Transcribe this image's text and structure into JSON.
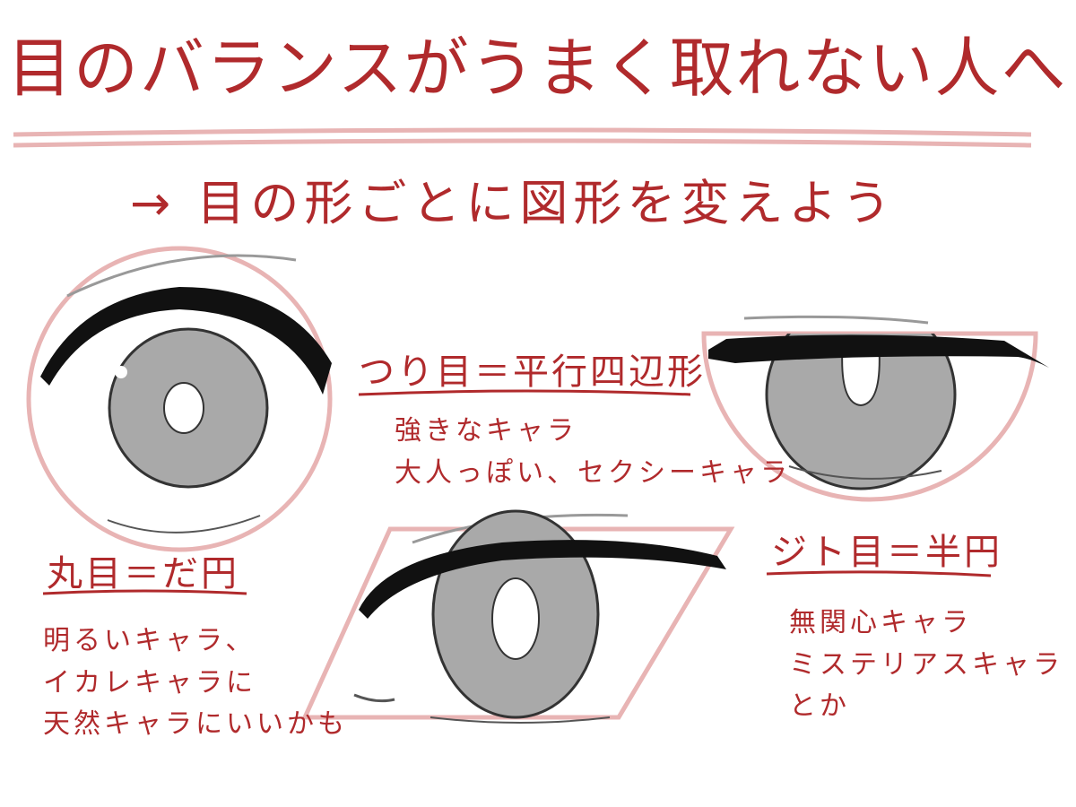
{
  "title": "目のバランスがうまく取れない人へ",
  "subtitle": "→ 目の形ごとに図形を変えよう",
  "colors": {
    "text": "#b02a2c",
    "guide": "#e8b4b4",
    "iris": "#a9a9a9",
    "lash": "#111111"
  },
  "sections": [
    {
      "shape": "circle",
      "heading": "丸目＝だ円",
      "lines": [
        "明るいキャラ、",
        "イカレキャラに",
        "天然キャラにいいかも"
      ]
    },
    {
      "shape": "parallelogram",
      "heading": "つり目＝平行四辺形",
      "lines": [
        "強きなキャラ",
        "大人っぽい、セクシーキャラ"
      ]
    },
    {
      "shape": "semicircle",
      "heading": "ジト目＝半円",
      "lines": [
        "無関心キャラ",
        "ミステリアスキャラ",
        "とか"
      ]
    }
  ]
}
